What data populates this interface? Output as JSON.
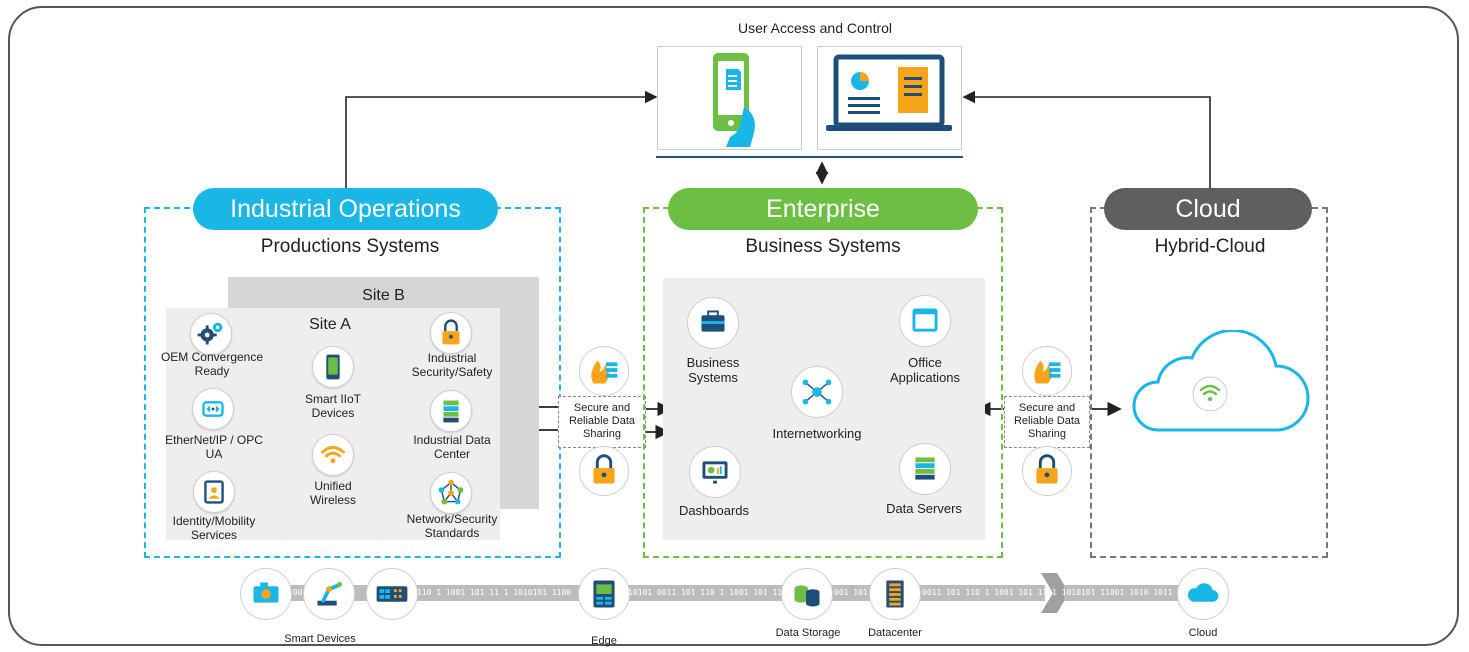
{
  "top": {
    "title": "User Access and Control"
  },
  "industrial": {
    "pill": "Industrial Operations",
    "subtitle": "Productions Systems",
    "site_b": "Site B",
    "site_a": "Site A",
    "items": {
      "oem": "OEM Convergence Ready",
      "ethernet": "EtherNet/IP / OPC UA",
      "identity": "Identity/Mobility Services",
      "iiot": "Smart IIoT Devices",
      "wireless": "Unified Wireless",
      "security": "Industrial Security/Safety",
      "datacenter": "Industrial Data Center",
      "standards": "Network/Security Standards"
    }
  },
  "enterprise": {
    "pill": "Enterprise",
    "subtitle": "Business Systems",
    "items": {
      "business": "Business Systems",
      "office": "Office Applications",
      "internetworking": "Internetworking",
      "dashboards": "Dashboards",
      "servers": "Data Servers"
    }
  },
  "cloud": {
    "pill": "Cloud",
    "subtitle": "Hybrid-Cloud"
  },
  "secure_left": "Secure and Reliable Data Sharing",
  "secure_right": "Secure and Reliable Data Sharing",
  "bottom": {
    "smart_devices": "Smart Devices",
    "edge": "Edge",
    "data_storage": "Data Storage",
    "datacenter": "Datacenter",
    "cloud": "Cloud",
    "binary_1": "1001 101 101 1",
    "binary_2": "110 1 1001 101 11 1 1010101 1100",
    "binary_3": "10101 0011 101 110 1 1001 101 11",
    "binary_4": "001 101",
    "binary_5": "0011 101 110 1 1001 101 11 1 1010101 11001 1010 1011"
  },
  "colors": {
    "industrial": "#1ab6e6",
    "enterprise": "#6cbf43",
    "cloud": "#5f5f5f",
    "orange": "#f7a41b",
    "panel": "#eeeeee"
  }
}
